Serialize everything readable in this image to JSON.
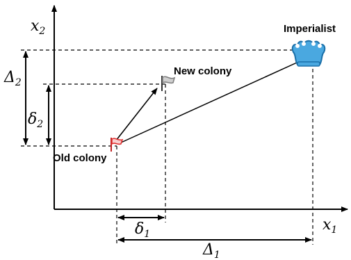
{
  "axes": {
    "x_label": {
      "base": "x",
      "sub": "1"
    },
    "y_label": {
      "base": "x",
      "sub": "2"
    }
  },
  "labels": {
    "imperialist": "Imperialist",
    "new_colony": "New colony",
    "old_colony": "Old colony"
  },
  "dimensions": {
    "big_delta_x": {
      "base": "Δ",
      "sub": "1"
    },
    "big_delta_y": {
      "base": "Δ",
      "sub": "2"
    },
    "small_delta_x": {
      "base": "δ",
      "sub": "1"
    },
    "small_delta_y": {
      "base": "δ",
      "sub": "2"
    }
  },
  "colors": {
    "crown_fill": "#4aa8e0",
    "crown_stroke": "#1a6fa8",
    "old_flag": "#e03030",
    "new_flag": "#808080",
    "line": "#000000"
  }
}
